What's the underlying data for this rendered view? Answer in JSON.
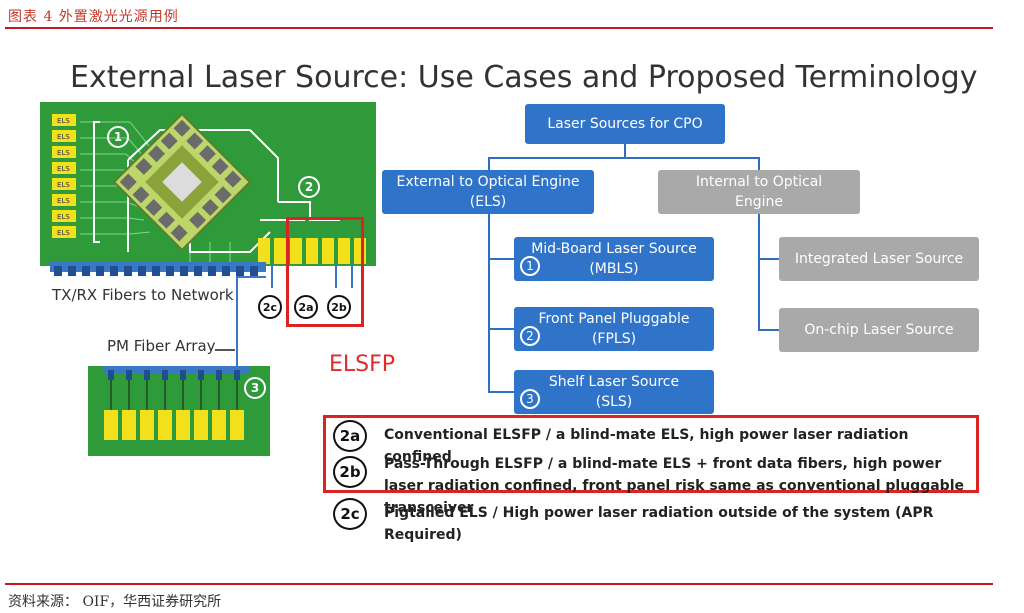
{
  "header": {
    "figure_label": "图表 4 外置激光光源用例"
  },
  "footer": {
    "source": "资料来源：  OIF，华西证券研究所"
  },
  "slide": {
    "title": "External Laser Source: Use Cases and Proposed Terminology"
  },
  "board": {
    "module_label": "ELS",
    "tx_rx_caption": "TX/RX Fibers to Network",
    "pm_caption": "PM Fiber Array",
    "markers": {
      "m1": "1",
      "m2": "2",
      "m3": "3",
      "m2a": "2a",
      "m2b": "2b",
      "m2c": "2c"
    },
    "elsfp_label": "ELSFP"
  },
  "tree": {
    "root": "Laser Sources for CPO",
    "external": {
      "line1": "External to Optical Engine",
      "line2": "(ELS)"
    },
    "internal": {
      "line1": "Internal to Optical",
      "line2": "Engine"
    },
    "external_children": [
      {
        "line1": "Mid-Board Laser Source",
        "line2": "(MBLS)",
        "num": "1"
      },
      {
        "line1": "Front Panel Pluggable",
        "line2": "(FPLS)",
        "num": "2"
      },
      {
        "line1": "Shelf Laser Source",
        "line2": "(SLS)",
        "num": "3"
      }
    ],
    "internal_children": [
      {
        "label": "Integrated Laser Source"
      },
      {
        "label": "On-chip Laser Source"
      }
    ]
  },
  "legend": [
    {
      "mark": "2a",
      "text": "Conventional ELSFP / a blind-mate ELS, high power laser radiation confined"
    },
    {
      "mark": "2b",
      "text": "Pass-Through ELSFP / a blind-mate ELS + front data fibers, high power laser radiation confined, front panel risk same as conventional pluggable transceiver"
    },
    {
      "mark": "2c",
      "text": "Pigtailed ELS / High power laser radiation outside of the system (APR Required)"
    }
  ],
  "colors": {
    "accent_red": "#c9151e",
    "tree_blue": "#2f74c8",
    "tree_gray": "#a9a9a9",
    "board_green": "#2e9a3a",
    "module_yellow": "#f2e01c"
  }
}
